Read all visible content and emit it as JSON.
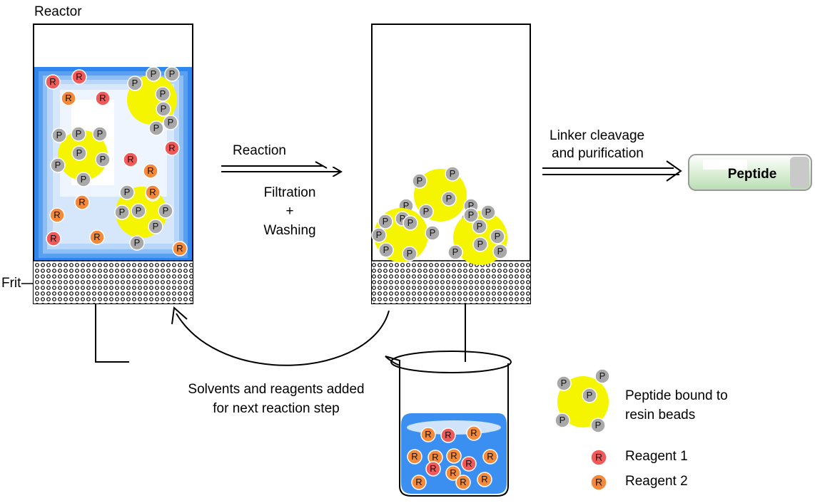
{
  "labels": {
    "reactor": "Reactor",
    "frit": "Frit",
    "reaction": "Reaction",
    "filtration": "Filtration",
    "plus": "+",
    "washing": "Washing",
    "cleavage_line1": "Linker cleavage",
    "cleavage_line2": "and purification",
    "peptide": "Peptide",
    "solvents_line1": "Solvents and reagents added",
    "solvents_line2": "for next reaction step"
  },
  "legend": {
    "bead": "Peptide bound to\nresin beads",
    "bead_line1": "Peptide bound to",
    "bead_line2": "resin beads",
    "reagent1": "Reagent 1",
    "reagent2": "Reagent 2"
  },
  "marker_letters": {
    "peptide": "P",
    "reagent": "R"
  },
  "colors": {
    "bead": "#f5f500",
    "peptide_marker": "#a8a8a8",
    "reagent1": "#f05a5a",
    "reagent2": "#f5893a",
    "solvent": "#3d8ef0",
    "solvent_light": "#cfe3fb",
    "vial_fill": "#cde9c9"
  }
}
